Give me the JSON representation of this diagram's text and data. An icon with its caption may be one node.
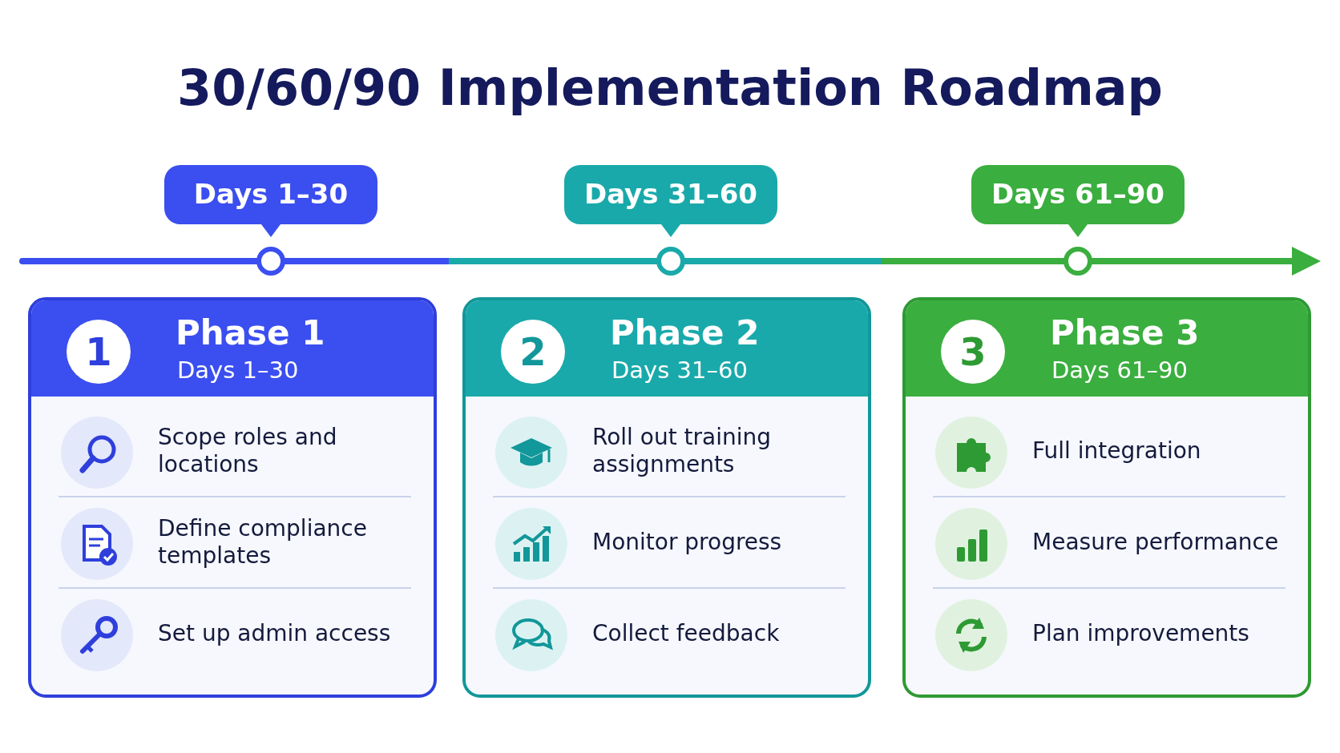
{
  "diagram": {
    "title": "30/60/90 Implementation Roadmap",
    "nodes": [
      {
        "text": [
          "Days 1–30"
        ]
      },
      {
        "text": [
          "Days 31–60"
        ]
      },
      {
        "text": [
          "Days 61–90"
        ]
      },
      {
        "text": [
          "1",
          "Phase 1",
          "Days 1–30"
        ]
      },
      {
        "text": [
          "Scope roles and locations"
        ],
        "in": 3
      },
      {
        "text": [
          "Define compliance templates"
        ],
        "in": 3
      },
      {
        "text": [
          "Set up admin access"
        ],
        "in": 3
      },
      {
        "text": [
          "2",
          "Phase 2",
          "Days 31–60"
        ]
      },
      {
        "text": [
          "Roll out training assignments"
        ],
        "in": 7
      },
      {
        "text": [
          "Monitor progress"
        ],
        "in": 7
      },
      {
        "text": [
          "Collect feedback"
        ],
        "in": 7
      },
      {
        "text": [
          "3",
          "Phase 3",
          "Days 61–90"
        ]
      },
      {
        "text": [
          "Full integration"
        ],
        "in": 11
      },
      {
        "text": [
          "Measure performance"
        ],
        "in": 11
      },
      {
        "text": [
          "Plan improvements"
        ],
        "in": 11
      }
    ],
    "edges": []
  }
}
